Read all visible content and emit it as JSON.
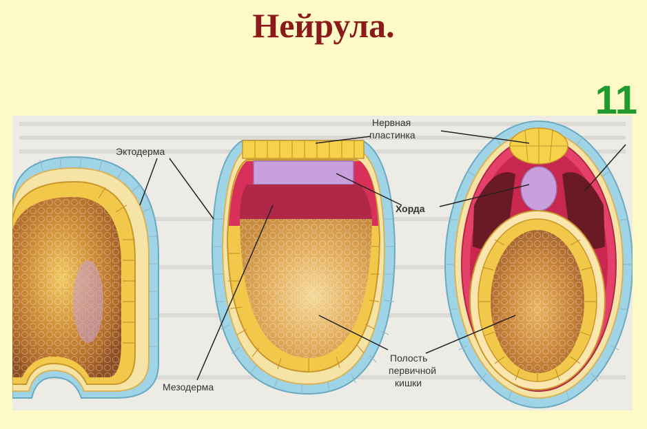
{
  "title": "Нейрула.",
  "slide_number": "11",
  "labels": {
    "ectoderm": "Эктодерма",
    "neural_plate_1": "Нервная",
    "neural_plate_2": "пластинка",
    "chord": "Хорда",
    "mesoderm": "Мезодерма",
    "cavity_1": "Полость",
    "cavity_2": "первичной",
    "cavity_3": "кишки"
  },
  "colors": {
    "title": "#8b1a1a",
    "slide_number": "#1f9a2c",
    "background": "#fdfac7",
    "ectoderm": "#9fd3e6",
    "mesoderm": "#d8305a",
    "endoderm": "#f2c84a",
    "chord": "#c9a0dc",
    "yolk": "#d29a3c"
  }
}
